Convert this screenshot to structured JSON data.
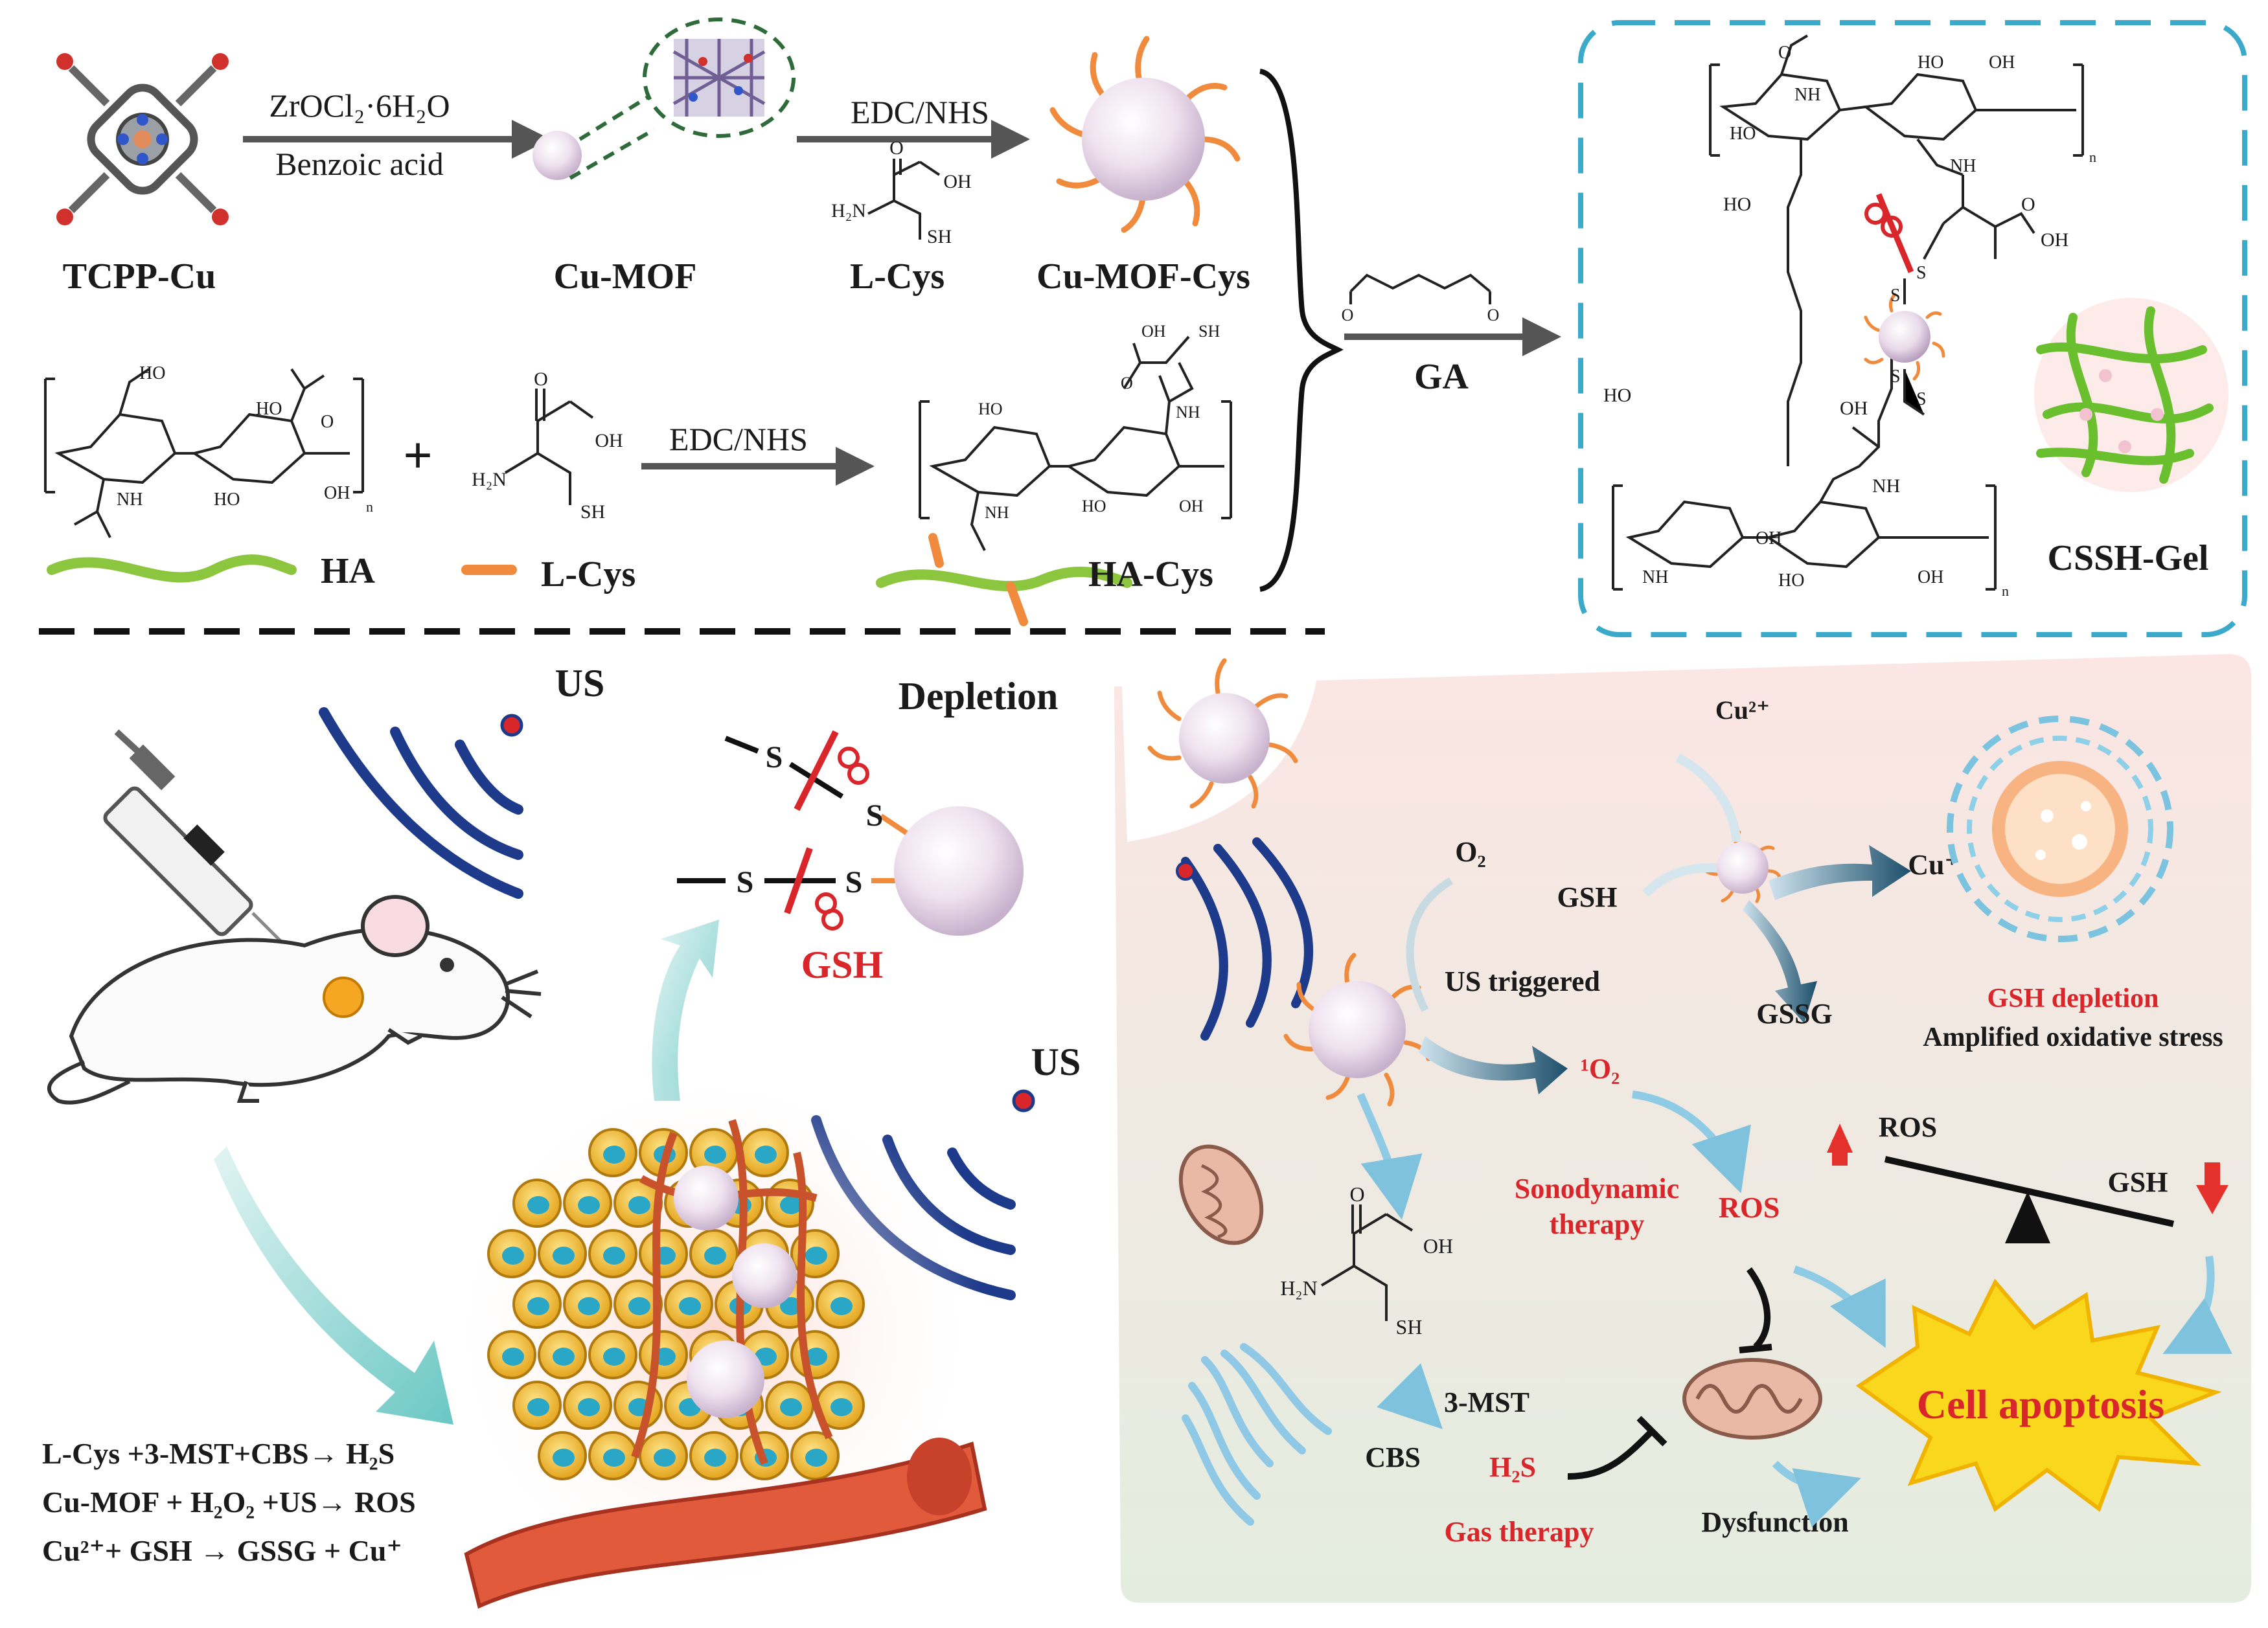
{
  "synthesis": {
    "tcpp_label": "TCPP-Cu",
    "step1_reagent_top": "ZrOCl₂·6H₂O",
    "step1_reagent_bottom": "Benzoic acid",
    "mof_label": "Cu-MOF",
    "step2_reagent": "EDC/NHS",
    "lcys_label": "L-Cys",
    "mofcys_label": "Cu-MOF-Cys",
    "ha_label": "HA",
    "lcys_label_2": "L-Cys",
    "step3_reagent": "EDC/NHS",
    "hacys_label": "HA-Cys",
    "plus": "+",
    "ga_label": "GA",
    "gel_label": "CSSH-Gel"
  },
  "chem": {
    "oh": "OH",
    "ho": "HO",
    "o": "O",
    "nh": "NH",
    "h2n": "H₂N",
    "sh": "SH",
    "s": "S",
    "n": "n"
  },
  "mechanism": {
    "us_1": "US",
    "us_2": "US",
    "depletion": "Depletion",
    "gsh_red": "GSH",
    "s_atom": "S",
    "equation_1": "L-Cys +3-MST+CBS→ H₂S",
    "equation_2": "Cu-MOF + H₂O₂ +US→ ROS",
    "equation_3": "Cu²⁺+ GSH → GSSG + Cu⁺",
    "o2": "O₂",
    "us_triggered": "US triggered",
    "singlet_o2": "¹O₂",
    "cu2": "Cu²⁺",
    "gsh": "GSH",
    "cu1": "Cu⁺",
    "gssg": "GSSG",
    "gsh_depletion": "GSH depletion",
    "amplified": "Amplified oxidative stress",
    "ros_red": "ROS",
    "sonodynamic_1": "Sonodynamic",
    "sonodynamic_2": "therapy",
    "ros_balance": "ROS",
    "gsh_balance": "GSH",
    "mst": "3-MST",
    "cbs": "CBS",
    "h2s": "H₂S",
    "gas_therapy": "Gas therapy",
    "dysfunction": "Dysfunction",
    "apoptosis": "Cell apoptosis"
  },
  "colors": {
    "orange": "#f08a3c",
    "green": "#8cc63f",
    "red": "#d9262b",
    "blue": "#1e3a8a",
    "teal": "#3aa9c7",
    "yellow": "#f5c518"
  }
}
